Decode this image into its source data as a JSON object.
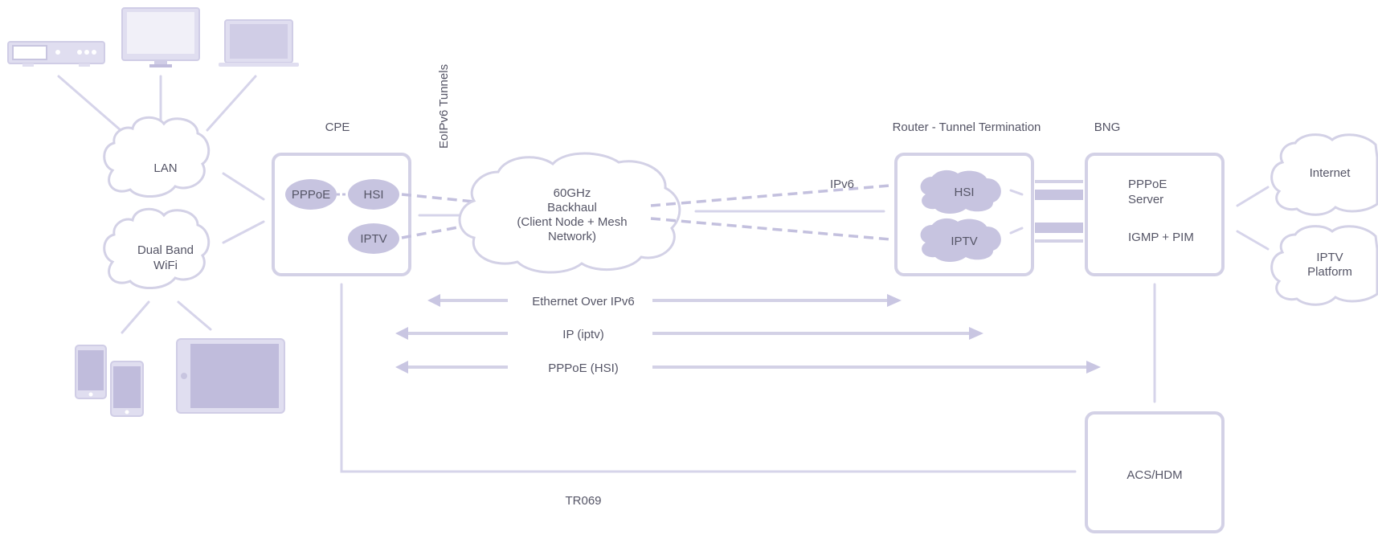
{
  "labels": {
    "cpe": "CPE",
    "eolpv6_tunnels": "EoIPv6 Tunnels",
    "router_tunnel_termination": "Router - Tunnel Termination",
    "bng": "BNG",
    "ipv6": "IPv6",
    "tr069": "TR069"
  },
  "clouds": {
    "lan": "LAN",
    "dual_band_wifi": [
      "Dual Band",
      "WiFi"
    ],
    "backhaul": [
      "60GHz",
      "Backhaul",
      "(Client Node + Mesh",
      "Network)"
    ],
    "internet": "Internet",
    "iptv_platform": [
      "IPTV",
      "Platform"
    ],
    "router_hsi": "HSI",
    "router_iptv": "IPTV"
  },
  "cpe_box": {
    "pppoe": "PPPoE",
    "hsi": "HSI",
    "iptv": "IPTV"
  },
  "bng_box": {
    "pppoe_server": [
      "PPPoE",
      "Server"
    ],
    "igmp_pim": "IGMP + PIM"
  },
  "acs_box": "ACS/HDM",
  "flows": {
    "ethernet_over_ipv6": "Ethernet Over IPv6",
    "ip_iptv": "IP (iptv)",
    "pppoe_hsi": "PPPoE (HSI)"
  },
  "colors": {
    "line": "#d6d4ea",
    "box_stroke": "#d3d1e6",
    "oval_fill": "#c7c4e0",
    "text": "#555566"
  }
}
